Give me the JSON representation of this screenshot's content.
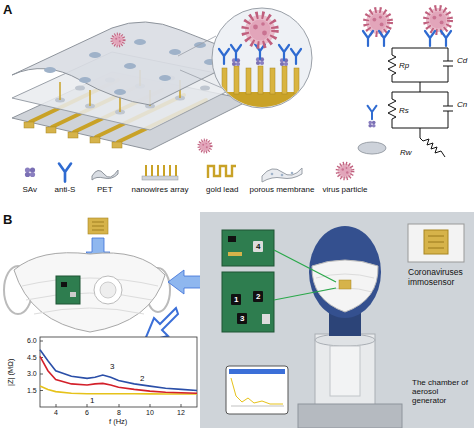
{
  "diagram": {
    "nodes": [
      {
        "text": [
          "4"
        ]
      },
      {
        "text": [
          "1"
        ]
      },
      {
        "text": [
          "2"
        ]
      },
      {
        "text": [
          "3"
        ]
      }
    ],
    "labels": [
      "A",
      "Rp",
      "Cd",
      "Rs",
      "Cn",
      "Rw",
      "B",
      "Coronaviruses immosensor",
      "The chamber of aerosol generator",
      "6.0",
      "4.5",
      "3.0",
      "1.5",
      "4",
      "6",
      "8",
      "10",
      "12",
      "|Z| (MΩ)",
      "f (Hz)",
      "3",
      "2",
      "1"
    ],
    "legend": [
      {
        "text": "SAv"
      },
      {
        "text": "anti-S"
      },
      {
        "text": "PET"
      },
      {
        "text": "nanowires array"
      },
      {
        "text": "gold lead"
      },
      {
        "text": "porous membrane"
      },
      {
        "text": "virus particle"
      }
    ]
  }
}
